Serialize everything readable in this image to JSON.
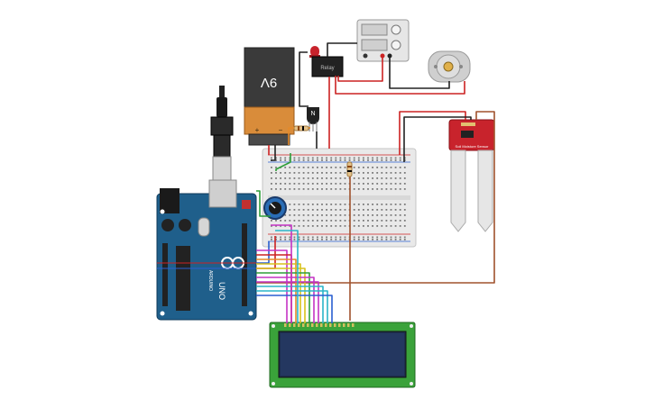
{
  "battery": {
    "voltage_label": "9V",
    "plus_sign": "+",
    "minus_sign": "−"
  },
  "transistor": {
    "label": "N"
  },
  "relay": {
    "label": "Relay"
  },
  "arduino": {
    "model": "UNO",
    "brand": "ARDUINO"
  },
  "sensor": {
    "label": "Soil Moisture Sensor"
  },
  "lcd": {
    "text": ""
  },
  "colors": {
    "arduino_blue": "#1f5f8b",
    "lcd_green": "#3aa23a",
    "lcd_screen": "#1e2e4f",
    "battery_black": "#3a3a3a",
    "battery_orange": "#d98c3a",
    "sensor_red": "#c8232c",
    "wire_red": "#cc2222",
    "wire_black": "#222222",
    "wire_green": "#2e9e3a",
    "wire_brown": "#a0522d",
    "wire_yellow": "#d8c21c",
    "wire_magenta": "#c433c4",
    "wire_cyan": "#2ab6c8",
    "wire_orange": "#e58a2a",
    "wire_blue": "#2a5fd0"
  }
}
